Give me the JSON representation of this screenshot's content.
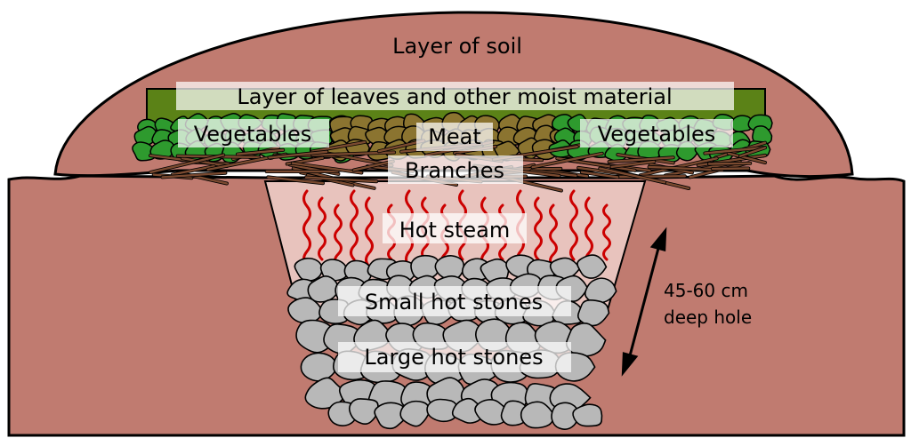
{
  "labels": {
    "soil": "Layer of soil",
    "leaves": "Layer of leaves and other moist material",
    "vegetables_left": "Vegetables",
    "meat": "Meat",
    "vegetables_right": "Vegetables",
    "branches": "Branches",
    "steam": "Hot steam",
    "small_stones": "Small hot stones",
    "large_stones": "Large hot stones",
    "depth_line1": "45-60 cm",
    "depth_line2": "deep hole"
  },
  "colors": {
    "soil": "#c07b70",
    "leaf_layer": "#5b8217",
    "vegetables": "#2e9a2e",
    "meat": "#8b7430",
    "branches": "#7a4a30",
    "steam": "#cc0000",
    "hole": "#e8c3bd",
    "stones": "#b8b8b8",
    "label_box": "#ffffff"
  },
  "icons": {
    "depth_arrow": "double-headed-arrow-icon"
  }
}
